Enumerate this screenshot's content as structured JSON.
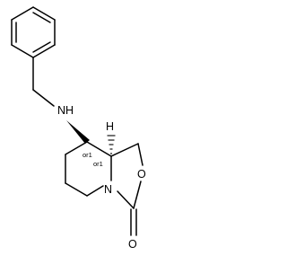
{
  "molecule": {
    "atom_labels": {
      "nitrogen_amine": "NH",
      "oxygen_ring": "O",
      "nitrogen_ring": "N",
      "oxygen_carbonyl": "O",
      "hydrogen_stereo": "H"
    },
    "stereo_labels": {
      "c8": "or1",
      "c8a": "or1"
    }
  }
}
